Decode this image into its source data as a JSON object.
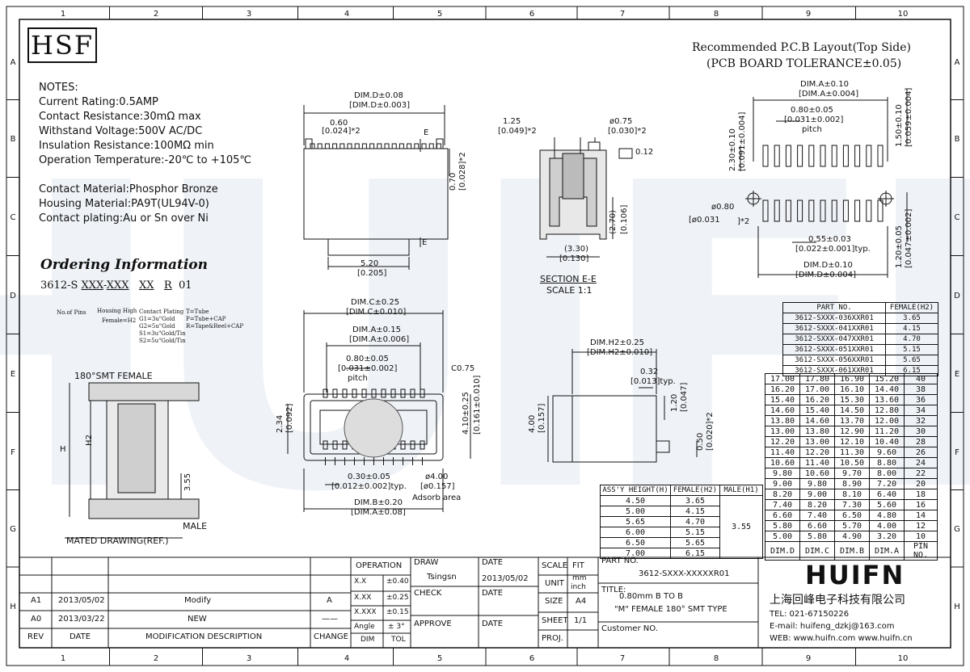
{
  "grid": {
    "cols": [
      "1",
      "2",
      "3",
      "4",
      "5",
      "6",
      "7",
      "8",
      "9",
      "10"
    ],
    "rows": [
      "A",
      "B",
      "C",
      "D",
      "E",
      "F",
      "G",
      "H"
    ]
  },
  "logo": {
    "text": "HSF"
  },
  "pcb": {
    "title_line1": "Recommended P.C.B Layout(Top Side)",
    "title_line2": "(PCB BOARD TOLERANCE±0.05)",
    "dims": [
      "DIM.A±0.10",
      "[DIM.A±0.004]",
      "0.80±0.05",
      "[0.031±0.002]",
      "pitch",
      "2.30±0.10",
      "[0.091±0.004]",
      "1.50±0.10",
      "[0.059±0.004]",
      "ø0.80",
      "[ø0.031",
      "]*2",
      "0.55±0.03",
      "[0.022±0.001]typ.",
      "DIM.D±0.10",
      "[DIM.D±0.004]",
      "1.20±0.05",
      "[0.047±0.002]"
    ]
  },
  "notes": {
    "heading": "NOTES:",
    "lines": [
      "Current Rating:0.5AMP",
      "Contact Resistance:30mΩ max",
      "Withstand Voltage:500V AC/DC",
      "Insulation Resistance:100MΩ min",
      "Operation Temperature:-20℃ to +105℃",
      "",
      "Contact Material:Phosphor Bronze",
      "Housing Material:PA9T(UL94V-0)",
      "Contact plating:Au or Sn over Ni"
    ]
  },
  "ordering": {
    "title": "Ordering Information",
    "code_prefix": "3612-S",
    "code_parts": [
      "XXX",
      "-",
      "XXX",
      "XX",
      "R",
      "01"
    ],
    "labels": {
      "pins": "No.of Pins",
      "housing": "Housing High",
      "housing_sub": "Female=H2",
      "plating": "Contact Plating",
      "plating_opts": [
        "G1=3u\"Gold",
        "G2=5u\"Gold",
        "S1=3u\"Gold/Tin",
        "S2=5u\"Gold/Tin"
      ],
      "pack": [
        "T=Tube",
        "P=Tube+CAP",
        "R=Tape&Reel+CAP"
      ]
    }
  },
  "side_view": {
    "dims": [
      "DIM.D±0.08",
      "[DIM.D±0.003]",
      "0.60",
      "[0.024]*2",
      "E",
      "0.70",
      "[0.028]*2",
      "E",
      "5.20",
      "[0.205]"
    ]
  },
  "section": {
    "dims": [
      "1.25",
      "[0.049]*2",
      "ø0.75",
      "[0.030]*2",
      "0.12",
      "(2.70)",
      "[0.106]",
      "(3.30)",
      "[0.130]"
    ],
    "label": "SECTION E-E",
    "scale": "SCALE 1:1"
  },
  "top_view": {
    "dims": [
      "DIM.C±0.25",
      "[DIM.C±0.010]",
      "DIM.A±0.15",
      "[DIM.A±0.006]",
      "0.80±0.05",
      "[0.031±0.002]",
      "pitch",
      "C0.75",
      "2.34",
      "[0.092]",
      "4.10±0.25",
      "[0.161±0.010]",
      "0.30±0.05",
      "[0.012±0.002]typ.",
      "ø4.00",
      "[ø0.157]",
      "Adsorb area",
      "DIM.B±0.20",
      "[DIM.A±0.08]"
    ]
  },
  "front_view": {
    "dims": [
      "DIM.H2±0.25",
      "[DIM.H2±0.010]",
      "0.32",
      "[0.013]typ.",
      "1.20",
      "[0.047]",
      "4.00",
      "[0.157]",
      "0.50",
      "[0.020]*2"
    ]
  },
  "mated": {
    "female": "180°SMT FEMALE",
    "male": "MALE",
    "caption": "MATED DRAWING(REF.)",
    "h": "H",
    "h2": "H2",
    "v": "3.55"
  },
  "part_table": {
    "headers": [
      "PART NO.",
      "FEMALE(H2)"
    ],
    "rows": [
      [
        "3612-SXXX-036XXR01",
        "3.65"
      ],
      [
        "3612-SXXX-041XXR01",
        "4.15"
      ],
      [
        "3612-SXXX-047XXR01",
        "4.70"
      ],
      [
        "3612-SXXX-051XXR01",
        "5.15"
      ],
      [
        "3612-SXXX-056XXR01",
        "5.65"
      ],
      [
        "3612-SXXX-061XXR01",
        "6.15"
      ]
    ]
  },
  "dim_table": {
    "rows": [
      [
        "17.00",
        "17.80",
        "16.90",
        "15.20",
        "40"
      ],
      [
        "16.20",
        "17.00",
        "16.10",
        "14.40",
        "38"
      ],
      [
        "15.40",
        "16.20",
        "15.30",
        "13.60",
        "36"
      ],
      [
        "14.60",
        "15.40",
        "14.50",
        "12.80",
        "34"
      ],
      [
        "13.80",
        "14.60",
        "13.70",
        "12.00",
        "32"
      ],
      [
        "13.00",
        "13.80",
        "12.90",
        "11.20",
        "30"
      ],
      [
        "12.20",
        "13.00",
        "12.10",
        "10.40",
        "28"
      ],
      [
        "11.40",
        "12.20",
        "11.30",
        "9.60",
        "26"
      ],
      [
        "10.60",
        "11.40",
        "10.50",
        "8.80",
        "24"
      ],
      [
        "9.80",
        "10.60",
        "9.70",
        "8.00",
        "22"
      ],
      [
        "9.00",
        "9.80",
        "8.90",
        "7.20",
        "20"
      ],
      [
        "8.20",
        "9.00",
        "8.10",
        "6.40",
        "18"
      ],
      [
        "7.40",
        "8.20",
        "7.30",
        "5.60",
        "16"
      ],
      [
        "6.60",
        "7.40",
        "6.50",
        "4.80",
        "14"
      ],
      [
        "5.80",
        "6.60",
        "5.70",
        "4.00",
        "12"
      ],
      [
        "5.00",
        "5.80",
        "4.90",
        "3.20",
        "10"
      ]
    ],
    "footer": [
      "DIM.D",
      "DIM.C",
      "DIM.B",
      "DIM.A",
      "PIN NO."
    ]
  },
  "assy_table": {
    "headers": [
      "ASS'Y HEIGHT(H)",
      "FEMALE(H2)",
      "MALE(H1)"
    ],
    "rows": [
      [
        "4.50",
        "3.65"
      ],
      [
        "5.00",
        "4.15"
      ],
      [
        "5.65",
        "4.70"
      ],
      [
        "6.00",
        "5.15"
      ],
      [
        "6.50",
        "5.65"
      ],
      [
        "7.00",
        "6.15"
      ]
    ],
    "male_value": "3.55"
  },
  "title_block": {
    "rev_rows": [
      {
        "rev": "A1",
        "date": "2013/05/02",
        "desc": "Modify",
        "change": "A"
      },
      {
        "rev": "A0",
        "date": "2013/03/22",
        "desc": "NEW",
        "change": "——"
      }
    ],
    "rev_headers": [
      "REV",
      "DATE",
      "MODIFICATION DESCRIPTION",
      "CHANGE"
    ],
    "operation": "OPERATION",
    "tol_rows": [
      [
        "X.X",
        "±0.40"
      ],
      [
        "X.XX",
        "±0.25"
      ],
      [
        "X.XXX",
        "±0.15"
      ],
      [
        "Angle",
        "± 3°"
      ]
    ],
    "tol_headers": [
      "DIM",
      "TOL"
    ],
    "draw": "DRAW",
    "drawer": "Tsingsn",
    "date": "DATE",
    "draw_date": "2013/05/02",
    "check": "CHECK",
    "approve": "APPROVE",
    "scale": "SCALE",
    "scale_val": "FIT",
    "unit": "UNIT",
    "unit_val1": "mm",
    "unit_val2": "inch",
    "size": "SIZE",
    "size_val": "A4",
    "sheet": "SHEET",
    "sheet_val": "1/1",
    "proj": "PROJ.",
    "part_no_label": "PART NO.",
    "part_no": "3612-SXXX-XXXXXR01",
    "title_label": "TITLE:",
    "title1": "0.80mm B TO B",
    "title2": "\"M\" FEMALE 180° SMT TYPE",
    "customer": "Customer NO.",
    "company_logo": "HUIFN",
    "company": "上海回峰电子科技有限公司",
    "tel": "TEL: 021-67150226",
    "email": "E-mail: huifeng_dzkj@163.com",
    "web": "WEB:  www.huifn.com   www.huifn.cn"
  },
  "watermark": {
    "text": "HUIFN"
  }
}
